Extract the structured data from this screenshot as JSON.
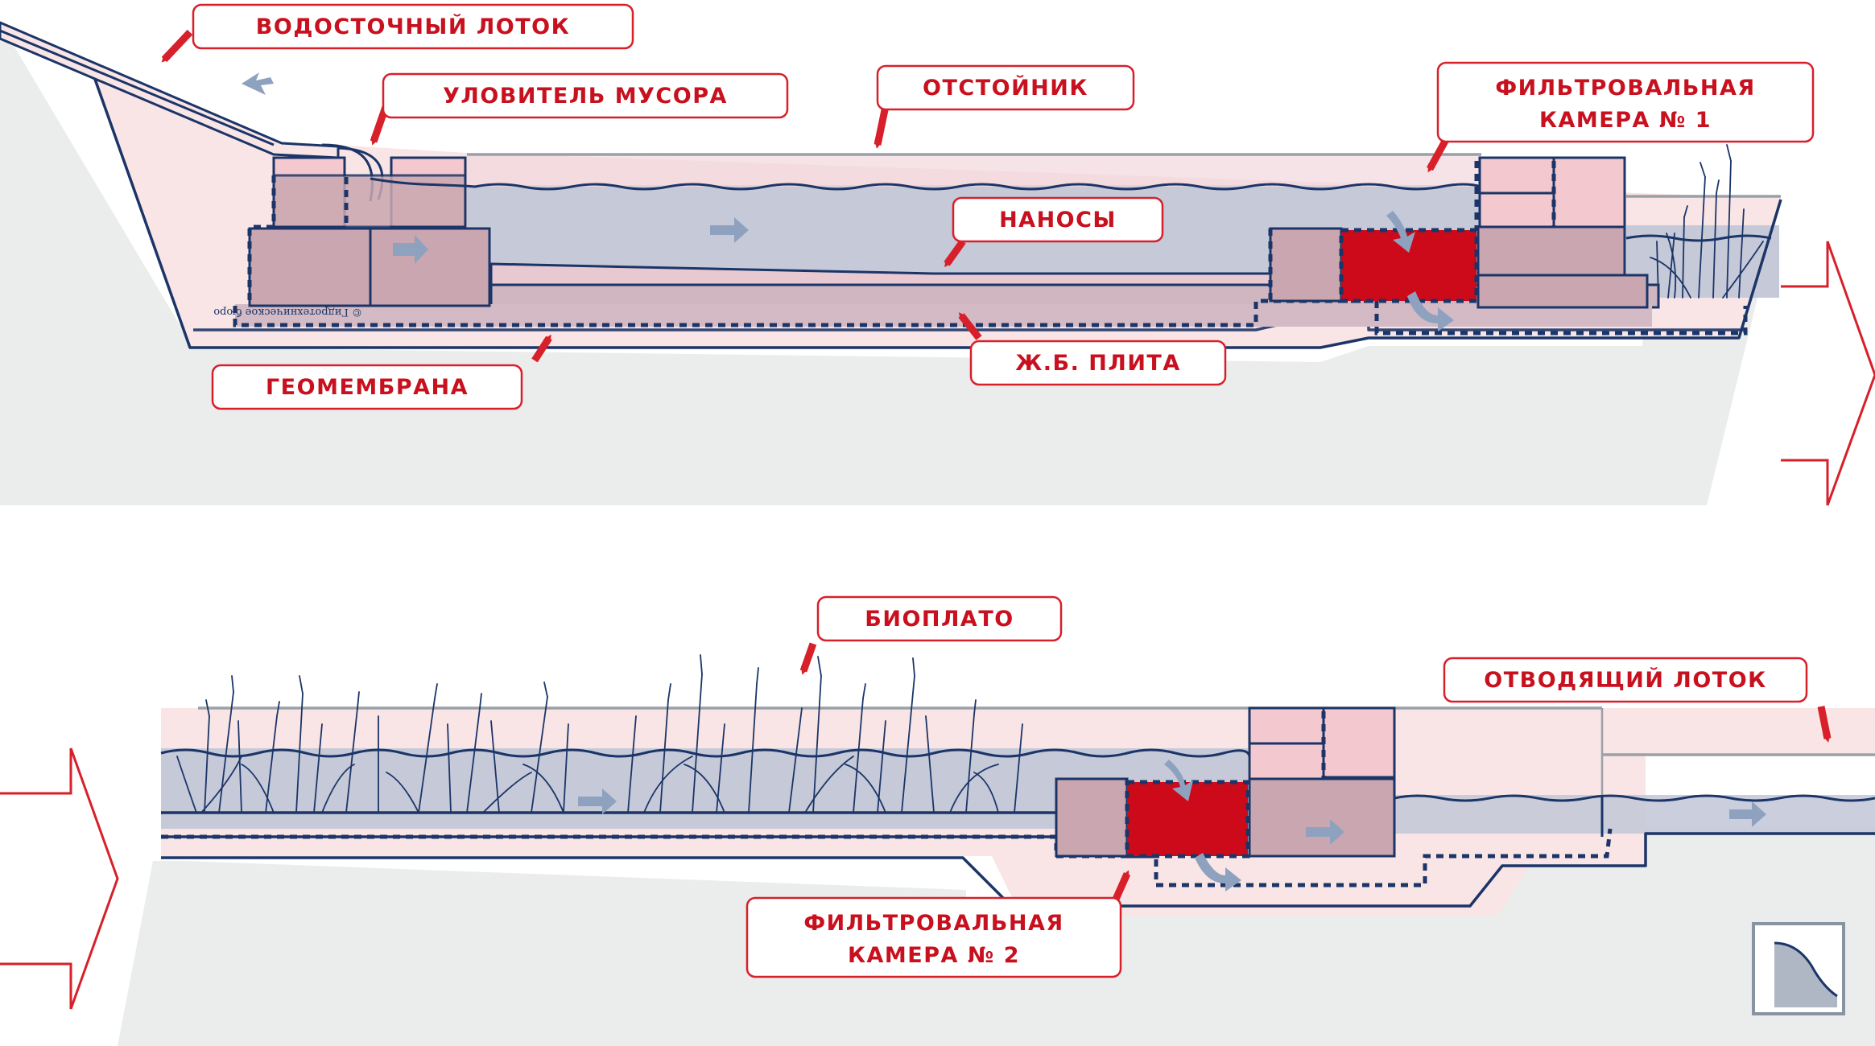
{
  "labels": {
    "gutter": "ВОДОСТОЧНЫЙ ЛОТОК",
    "trash_catcher": "УЛОВИТЕЛЬ МУСОРА",
    "settler": "ОТСТОЙНИК",
    "filter1_line1": "ФИЛЬТРОВАЛЬНАЯ",
    "filter1_line2": "КАМЕРА № 1",
    "sediment": "НАНОСЫ",
    "geomembrane": "ГЕОМЕМБРАНА",
    "rc_slab": "Ж.Б. ПЛИТА",
    "bioplato": "БИОПЛАТО",
    "outlet": "ОТВОДЯЩИЙ ЛОТОК",
    "filter2_line1": "ФИЛЬТРОВАЛЬНАЯ",
    "filter2_line2": "КАМЕРА № 2"
  },
  "watermark": "© Гидротехническое бюро",
  "colors": {
    "label_red": "#d7202a",
    "outline_blue": "#1b3568",
    "water_fill": "#c5c9d8",
    "pink_fill": "#f9e5e5",
    "block_fill": "#c9a6b0",
    "filter_red": "#cc0a1a",
    "ground": "#ebecec",
    "flow_arrow": "#8ea2bf"
  }
}
